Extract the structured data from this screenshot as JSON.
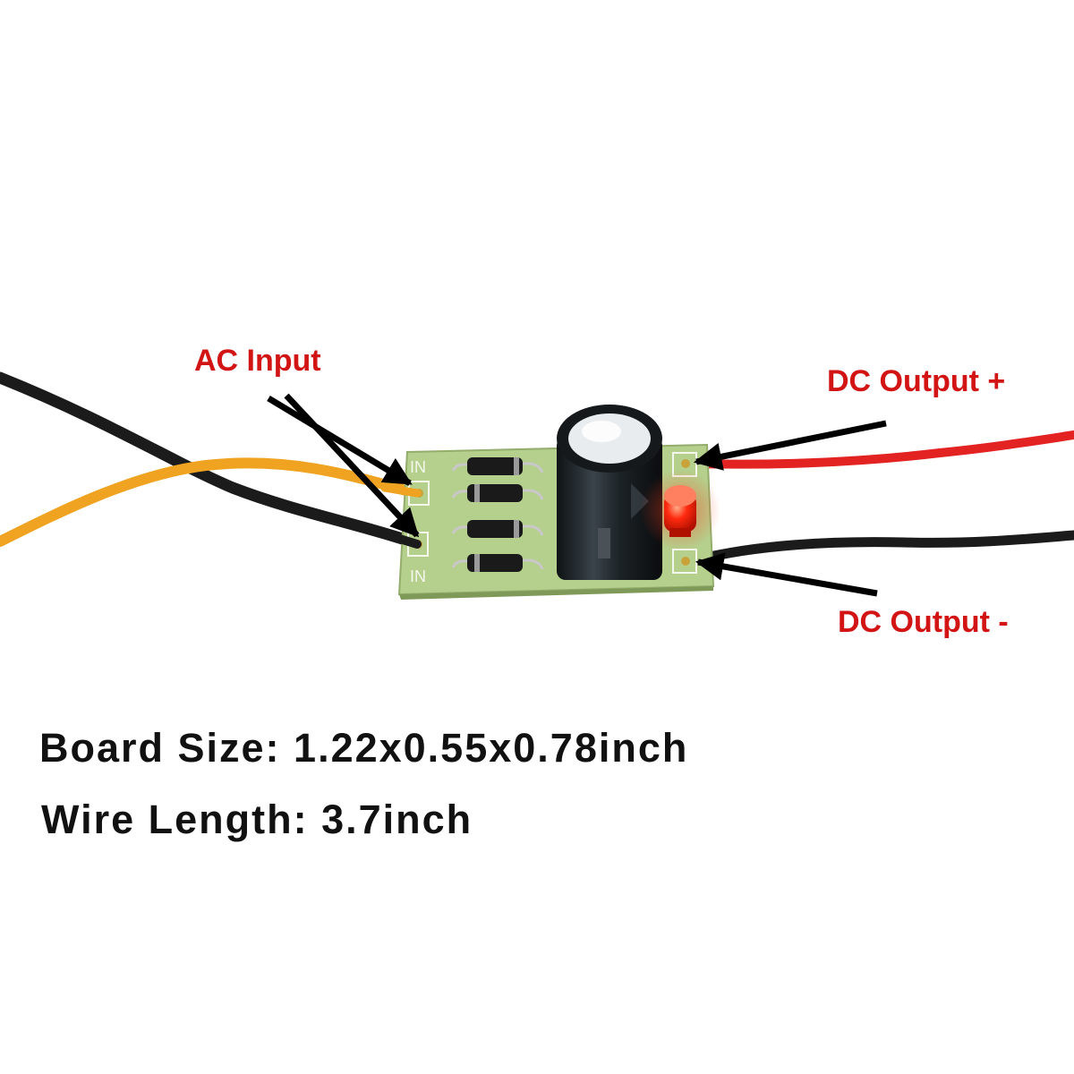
{
  "labels": {
    "ac_input": "AC Input",
    "dc_output_plus": "DC Output +",
    "dc_output_minus": "DC Output -"
  },
  "specs": {
    "board_size": "Board Size: 1.22x0.55x0.78inch",
    "wire_length": "Wire Length: 3.7inch"
  },
  "pcb": {
    "terminal_label_top": "IN",
    "terminal_label_bottom": "IN"
  },
  "colors": {
    "label_red": "#d21414",
    "spec_text": "#111111",
    "pcb_green": "#b5cf8c",
    "wire_yellow": "#f0a320",
    "wire_black": "#1b1b1b",
    "wire_red": "#e32222",
    "led_red": "#ff2a10",
    "capacitor": "#1e2428"
  }
}
